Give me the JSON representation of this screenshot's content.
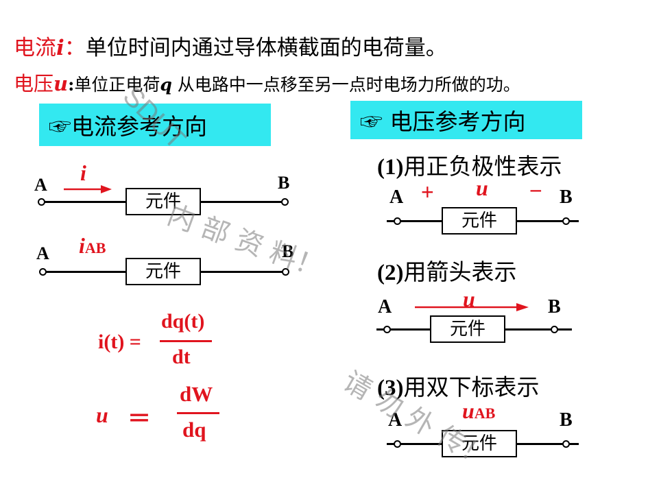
{
  "definitions": {
    "current": {
      "symbol_name": "电流",
      "symbol": "i",
      "colon": "：",
      "text": "单位时间内通过导体横截面的电荷量。"
    },
    "voltage": {
      "symbol_name": "电压",
      "symbol": "u",
      "colon": ":",
      "text_a": "单位正电荷",
      "charge_symbol": "q",
      "text_b": " 从电路中一点移至另一点时电场力所做的功。"
    }
  },
  "current_section": {
    "title": "☞电流参考方向",
    "circuit1": {
      "node_a": "A",
      "node_b": "B",
      "symbol": "i",
      "element": "元件"
    },
    "circuit2": {
      "node_a": "A",
      "node_b": "B",
      "symbol": "i",
      "subscript": "AB",
      "element": "元件"
    },
    "formula_current": {
      "lhs": "i(t) =",
      "numerator": "dq(t)",
      "denominator": "dt"
    },
    "formula_voltage": {
      "lhs": "u",
      "equals": "＝",
      "numerator": "dW",
      "denominator": "dq"
    }
  },
  "voltage_section": {
    "title": "☞ 电压参考方向",
    "method1": {
      "num": "(1)",
      "text": "用正负极性表示",
      "node_a": "A",
      "node_b": "B",
      "plus": "+",
      "minus": "−",
      "symbol": "u",
      "element": "元件"
    },
    "method2": {
      "num": "(2)",
      "text": "用箭头表示",
      "node_a": "A",
      "node_b": "B",
      "symbol": "u",
      "element": "元件"
    },
    "method3": {
      "num": "(3)",
      "text": "用双下标表示",
      "node_a": "A",
      "node_b": "B",
      "symbol": "u",
      "subscript": "AB",
      "element": "元件"
    }
  },
  "watermarks": {
    "w1": "SDUT",
    "w2": "内 部 资 料！",
    "w3": "请 勿 外 传！"
  },
  "colors": {
    "accent_red": "#e0141e",
    "highlight_cyan": "#33e8f0"
  }
}
